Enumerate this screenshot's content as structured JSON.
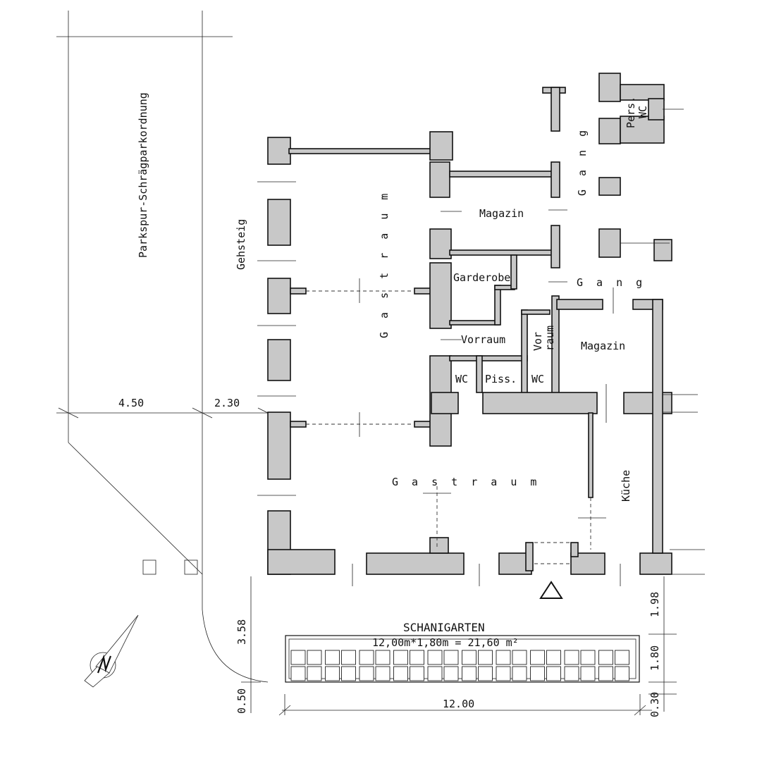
{
  "rooms": {
    "gastraum_upper": "G a s t r a u m",
    "gastraum_lower": "G a s t r a u m",
    "magazin_top": "Magazin",
    "magazin_right": "Magazin",
    "garderobe": "Garderobe",
    "vorraum": "Vorraum",
    "vorraum_small_1": "Vor",
    "vorraum_small_2": "raum",
    "wc_1": "WC",
    "piss": "Piss.",
    "wc_2": "WC",
    "gang_vertical": "G a n g",
    "gang_horizontal": "G a n g",
    "pers_1": "Pers.",
    "pers_2": "WC",
    "kueche": "Küche"
  },
  "street": {
    "parking": "Parkspur-Schrägparkordnung",
    "gehsteig": "Gehsteig"
  },
  "schanigarten": {
    "title": "SCHANIGARTEN",
    "area": "12,00m*1,80m = 21,60 m²"
  },
  "dimensions": {
    "parking_width": "4.50",
    "sidewalk_width": "2.30",
    "garden_offset": "3.58",
    "bottom_margin": "0.50",
    "garden_length": "12.00",
    "right_top": "1.98",
    "right_mid": "1.80",
    "right_bottom": "0.30"
  },
  "icons": {
    "entrance": "entrance-triangle-icon",
    "north": "north-arrow-icon"
  }
}
